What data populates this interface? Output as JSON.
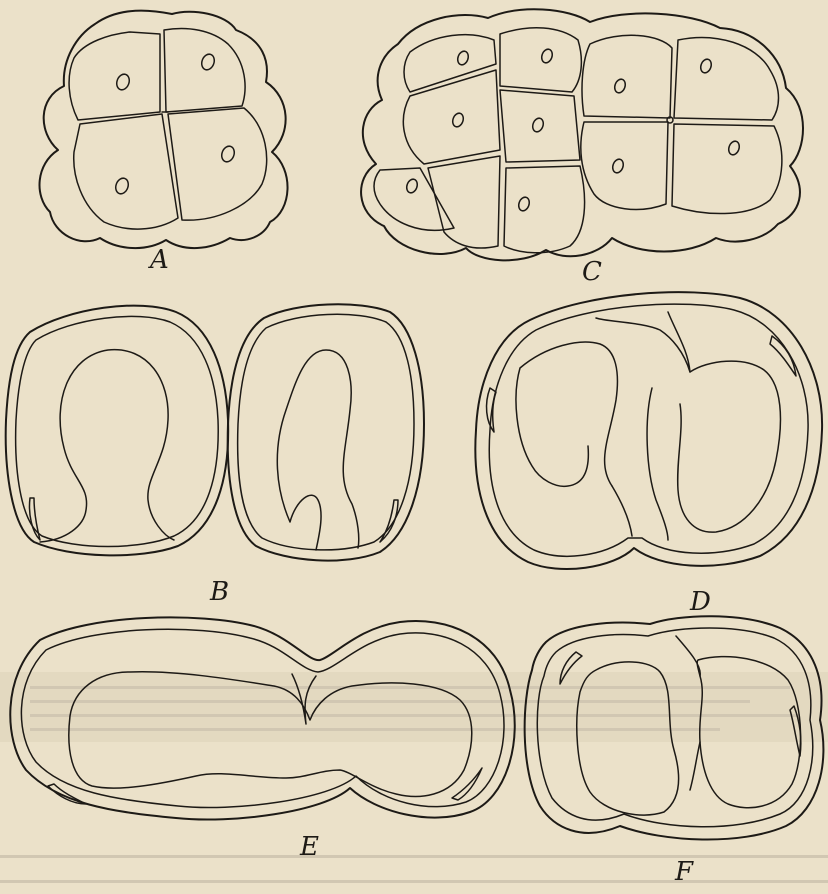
{
  "figure": {
    "panels": [
      {
        "id": "A",
        "label": "A"
      },
      {
        "id": "B",
        "label": "B"
      },
      {
        "id": "C",
        "label": "C"
      },
      {
        "id": "D",
        "label": "D"
      },
      {
        "id": "E",
        "label": "E"
      },
      {
        "id": "F",
        "label": "F"
      }
    ]
  },
  "colors": {
    "paper": "#ebe1c9",
    "ink": "#1d1a16"
  }
}
